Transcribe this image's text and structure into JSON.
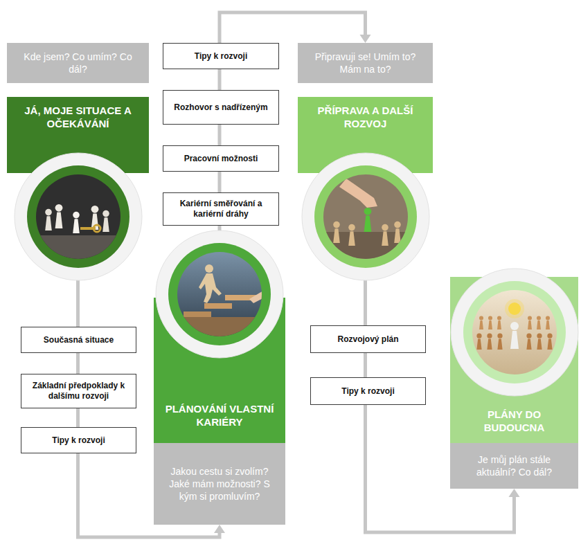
{
  "diagram": {
    "nodes": [
      {
        "text": [
          "Kde jsem? Co umím? Co dál?"
        ]
      },
      {
        "text": [
          "JÁ, MOJE SITUACE A OČEKÁVÁNÍ"
        ]
      },
      {
        "text": [
          "Současná situace"
        ]
      },
      {
        "text": [
          "Základní předpoklady k dalšímu rozvoji"
        ]
      },
      {
        "text": [
          "Tipy k rozvoji"
        ]
      },
      {
        "text": [
          "Tipy k rozvoji"
        ]
      },
      {
        "text": [
          "Rozhovor s nadřízeným"
        ]
      },
      {
        "text": [
          "Pracovní možnosti"
        ]
      },
      {
        "text": [
          "Kariérní směřování a kariérní dráhy"
        ]
      },
      {
        "text": [
          "PLÁNOVÁNÍ VLASTNÍ KARIÉRY"
        ]
      },
      {
        "text": [
          "Jakou cestu si zvolím? Jaké mám možnosti? S kým si promluvím?"
        ]
      },
      {
        "text": [
          "Připravuji se! Umím to? Mám na to?"
        ]
      },
      {
        "text": [
          "PŘÍPRAVA A DALŠÍ ROZVOJ"
        ]
      },
      {
        "text": [
          "Rozvojový plán"
        ]
      },
      {
        "text": [
          "Tipy k rozvoji"
        ]
      },
      {
        "text": [
          "PLÁNY DO BUDOUCNA"
        ]
      },
      {
        "text": [
          "Je můj plán stále aktuální? Co dál?"
        ]
      }
    ],
    "edges": [
      {
        "from": 1,
        "to": 10,
        "arrow": "to"
      },
      {
        "from": 9,
        "to": 11,
        "arrow": "to"
      },
      {
        "from": 12,
        "to": 16,
        "arrow": "to"
      }
    ]
  }
}
